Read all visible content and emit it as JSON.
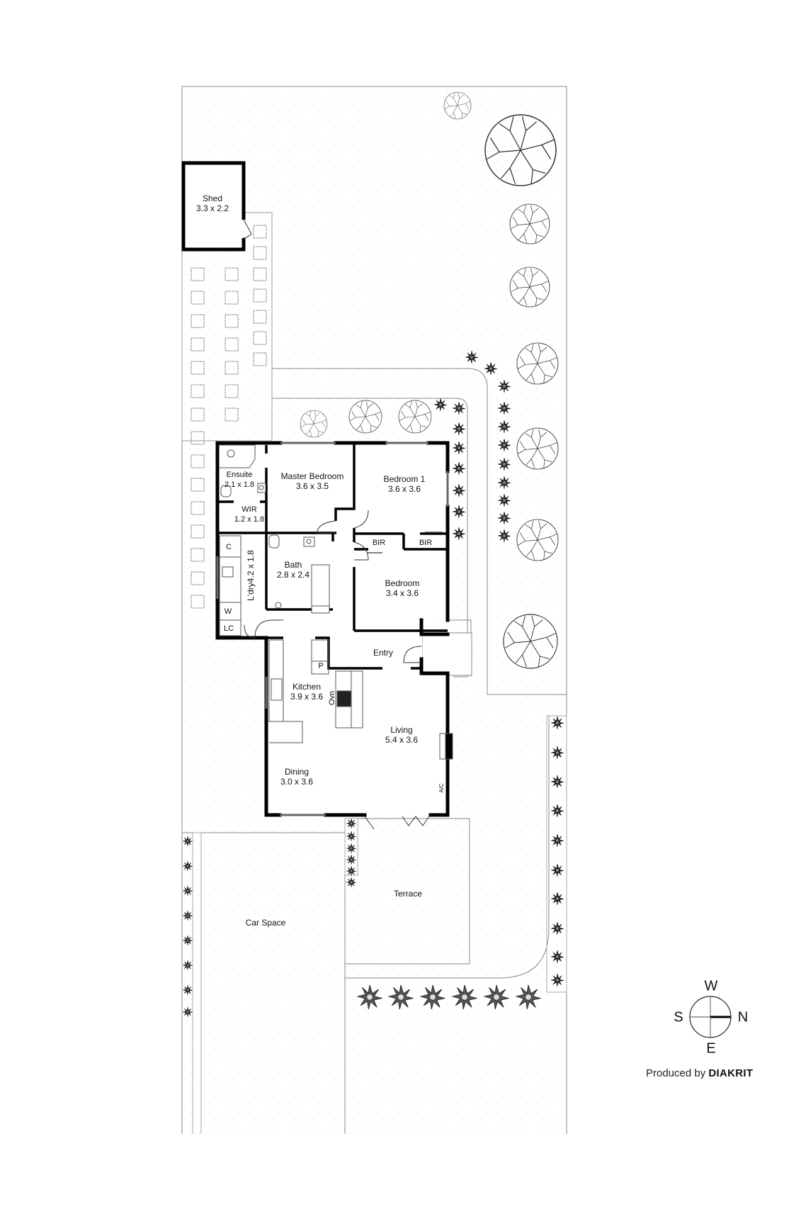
{
  "plan": {
    "rooms": [
      {
        "id": "shed",
        "name": "Shed",
        "dims": "3.3 x 2.2"
      },
      {
        "id": "ensuite",
        "name": "Ensuite",
        "dims": "2.1 x 1.8"
      },
      {
        "id": "wir",
        "name": "WIR",
        "dims": "1.2 x 1.8"
      },
      {
        "id": "master",
        "name": "Master Bedroom",
        "dims": "3.6 x 3.5"
      },
      {
        "id": "bed1",
        "name": "Bedroom 1",
        "dims": "3.6 x 3.6"
      },
      {
        "id": "bed2",
        "name": "Bedroom",
        "dims": "3.4 x 3.6"
      },
      {
        "id": "bath",
        "name": "Bath",
        "dims": "2.8 x 2.4"
      },
      {
        "id": "laundry",
        "name": "L'dry",
        "dims": "4.2 x 1.8"
      },
      {
        "id": "kitchen",
        "name": "Kitchen",
        "dims": "3.9 x 3.6"
      },
      {
        "id": "living",
        "name": "Living",
        "dims": "5.4 x 3.6"
      },
      {
        "id": "dining",
        "name": "Dining",
        "dims": "3.0 x 3.6"
      },
      {
        "id": "entry",
        "name": "Entry",
        "dims": ""
      },
      {
        "id": "terrace",
        "name": "Terrace",
        "dims": ""
      },
      {
        "id": "carspace",
        "name": "Car Space",
        "dims": ""
      }
    ],
    "fixtures": {
      "bir_left": "BIR",
      "bir_right": "BIR",
      "cupboard": "C",
      "washer": "W",
      "linen": "LC",
      "pantry": "P",
      "oven": "Ovn",
      "aircon": "A/C"
    }
  },
  "compass": {
    "top": "W",
    "right": "N",
    "bottom": "E",
    "left": "S"
  },
  "credit": {
    "prefix": "Produced by",
    "brand": "DIAKRIT"
  }
}
